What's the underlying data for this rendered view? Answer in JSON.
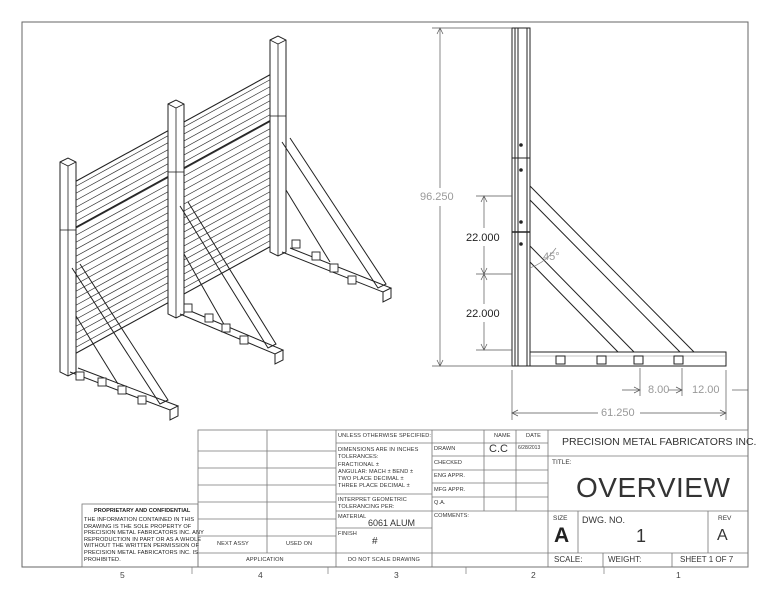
{
  "views": {
    "dimensions": {
      "overall_height": "96.250",
      "upper_spacing": "22.000",
      "lower_spacing": "22.000",
      "brace_angle": "45°",
      "base_length": "61.250",
      "spacing_1": "8.00",
      "spacing_2": "12.00"
    }
  },
  "title_block": {
    "unless_specified": "UNLESS OTHERWISE SPECIFIED:",
    "dim_in_inches": "DIMENSIONS ARE IN INCHES",
    "tolerances": "TOLERANCES:",
    "fractional": "FRACTIONAL ±",
    "angular": "ANGULAR: MACH ±   BEND ±",
    "two_place": "TWO PLACE DECIMAL   ±",
    "three_place": "THREE PLACE DECIMAL  ±",
    "interpret_1": "INTERPRET GEOMETRIC",
    "interpret_2": "TOLERANCING PER:",
    "material_label": "MATERIAL",
    "material_value": "6061 ALUM",
    "finish_label": "FINISH",
    "finish_value": "#",
    "do_not_scale": "DO NOT SCALE DRAWING",
    "next_assy": "NEXT ASSY",
    "used_on": "USED ON",
    "application": "APPLICATION",
    "name_header": "NAME",
    "date_header": "DATE",
    "drawn": "DRAWN",
    "drawn_by": "C.C",
    "drawn_date": "6/28/2013",
    "checked": "CHECKED",
    "eng_appr": "ENG APPR.",
    "mfg_appr": "MFG APPR.",
    "qa": "Q.A.",
    "comments": "COMMENTS:",
    "company": "PRECISION METAL FABRICATORS INC.",
    "title_label": "TITLE:",
    "title": "OVERVIEW",
    "size_label": "SIZE",
    "size": "A",
    "dwg_no_label": "DWG.  NO.",
    "dwg_no": "1",
    "rev_label": "REV",
    "rev": "A",
    "scale_label": "SCALE:",
    "weight_label": "WEIGHT:",
    "sheet": "SHEET 1 OF 7"
  },
  "proprietary": {
    "heading": "PROPRIETARY AND CONFIDENTIAL",
    "lines": [
      "THE INFORMATION CONTAINED IN THIS",
      "DRAWING IS THE SOLE PROPERTY OF",
      "PRECISION METAL FABRICATORS INC.  ANY",
      "REPRODUCTION IN PART OR AS A WHOLE",
      "WITHOUT THE WRITTEN PERMISSION OF",
      "PRECISION METAL FABRICATORS INC. IS",
      "PROHIBITED."
    ]
  },
  "zones": [
    "5",
    "4",
    "3",
    "2",
    "1"
  ]
}
